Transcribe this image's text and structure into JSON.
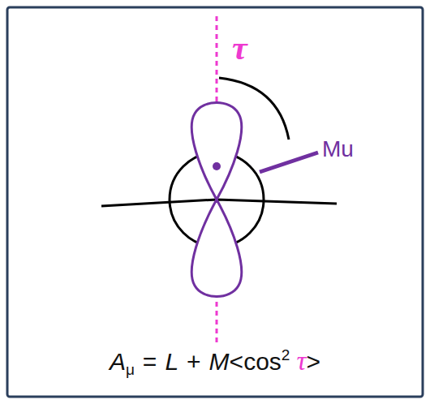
{
  "diagram": {
    "labels": [
      "τ",
      "Mu",
      "A",
      "μ",
      "=",
      "L",
      "+",
      "M",
      "<cos",
      "2",
      "τ",
      ">"
    ]
  }
}
